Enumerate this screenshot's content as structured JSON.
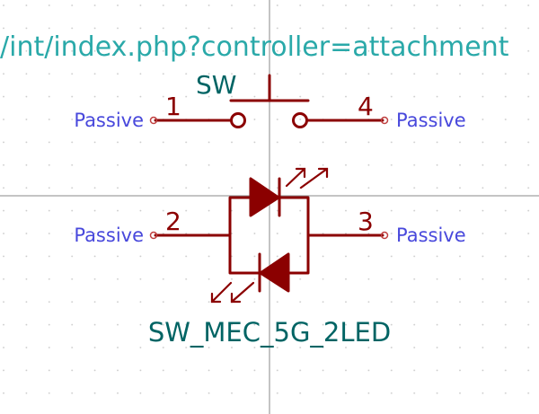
{
  "url_text": "/int/index.php?controller=attachment",
  "symbol": {
    "reference": "SW",
    "value": "SW_MEC_5G_2LED"
  },
  "pins": [
    {
      "number": "1",
      "type": "Passive"
    },
    {
      "number": "4",
      "type": "Passive"
    },
    {
      "number": "2",
      "type": "Passive"
    },
    {
      "number": "3",
      "type": "Passive"
    }
  ],
  "colors": {
    "background": "#ffffff",
    "url_text": "#2aa9a9",
    "symbol_text": "#006464",
    "body_lines": "#8b0000",
    "pin_type_text": "#4848dc",
    "crosshair": "#8a8a8a"
  }
}
